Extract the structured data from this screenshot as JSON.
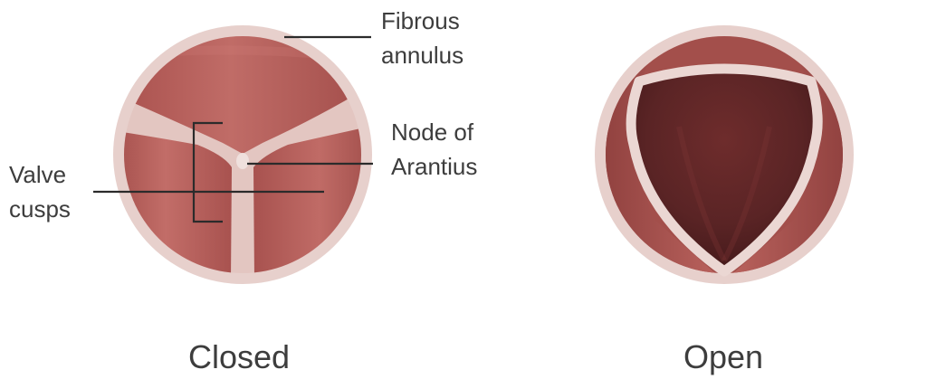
{
  "labels": {
    "fibrous_annulus": [
      "Fibrous",
      "annulus"
    ],
    "node_of_arantius": [
      "Node of",
      "Arantius"
    ],
    "valve_cusps": [
      "Valve",
      "cusps"
    ]
  },
  "captions": {
    "closed": "Closed",
    "open": "Open"
  },
  "colors": {
    "annulus": "#e7d0cc",
    "cusp_light": "#bf6b66",
    "cusp_dark": "#9a4a47",
    "opening_dark": "#4e1e1f",
    "leader_line": "#2b2b2b",
    "text": "#3d3d3d"
  }
}
